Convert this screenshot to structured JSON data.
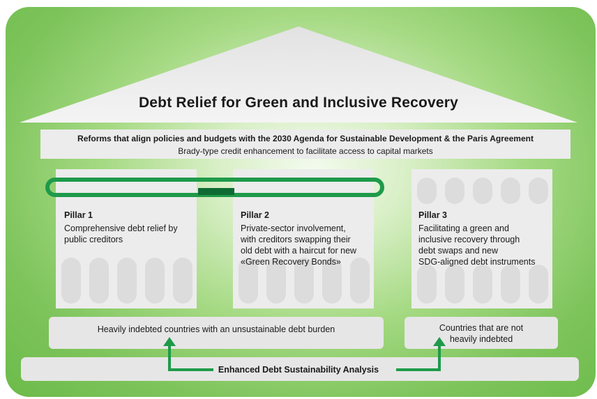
{
  "title": "Debt Relief for Green and Inclusive Recovery",
  "beam": {
    "line1": "Reforms that align policies and budgets with the 2030 Agenda for Sustainable Development & the Paris Agreement",
    "line2": "Brady-type credit enhancement to facilitate access to capital markets"
  },
  "pillars": [
    {
      "label": "Pillar 1",
      "desc": [
        "Comprehensive debt relief by",
        "public creditors"
      ]
    },
    {
      "label": "Pillar 2",
      "desc": [
        "Private-sector involvement,",
        "with creditors swapping their",
        "old debt with a haircut for new",
        "«Green Recovery Bonds»"
      ]
    },
    {
      "label": "Pillar 3",
      "desc": [
        "Facilitating a green and",
        "inclusive recovery through",
        "debt swaps and new",
        "SDG-aligned debt instruments"
      ]
    }
  ],
  "bases": {
    "left": "Heavily indebted countries with an unsustainable debt burden",
    "right": [
      "Countries that are not",
      "heavily indebted"
    ]
  },
  "foundation": "Enhanced Debt Sustainability Analysis",
  "colors": {
    "background_green": "#7ec45c",
    "accent_green": "#1e9a4a",
    "dark_green": "#0f6b34",
    "stone": "#ececec"
  }
}
